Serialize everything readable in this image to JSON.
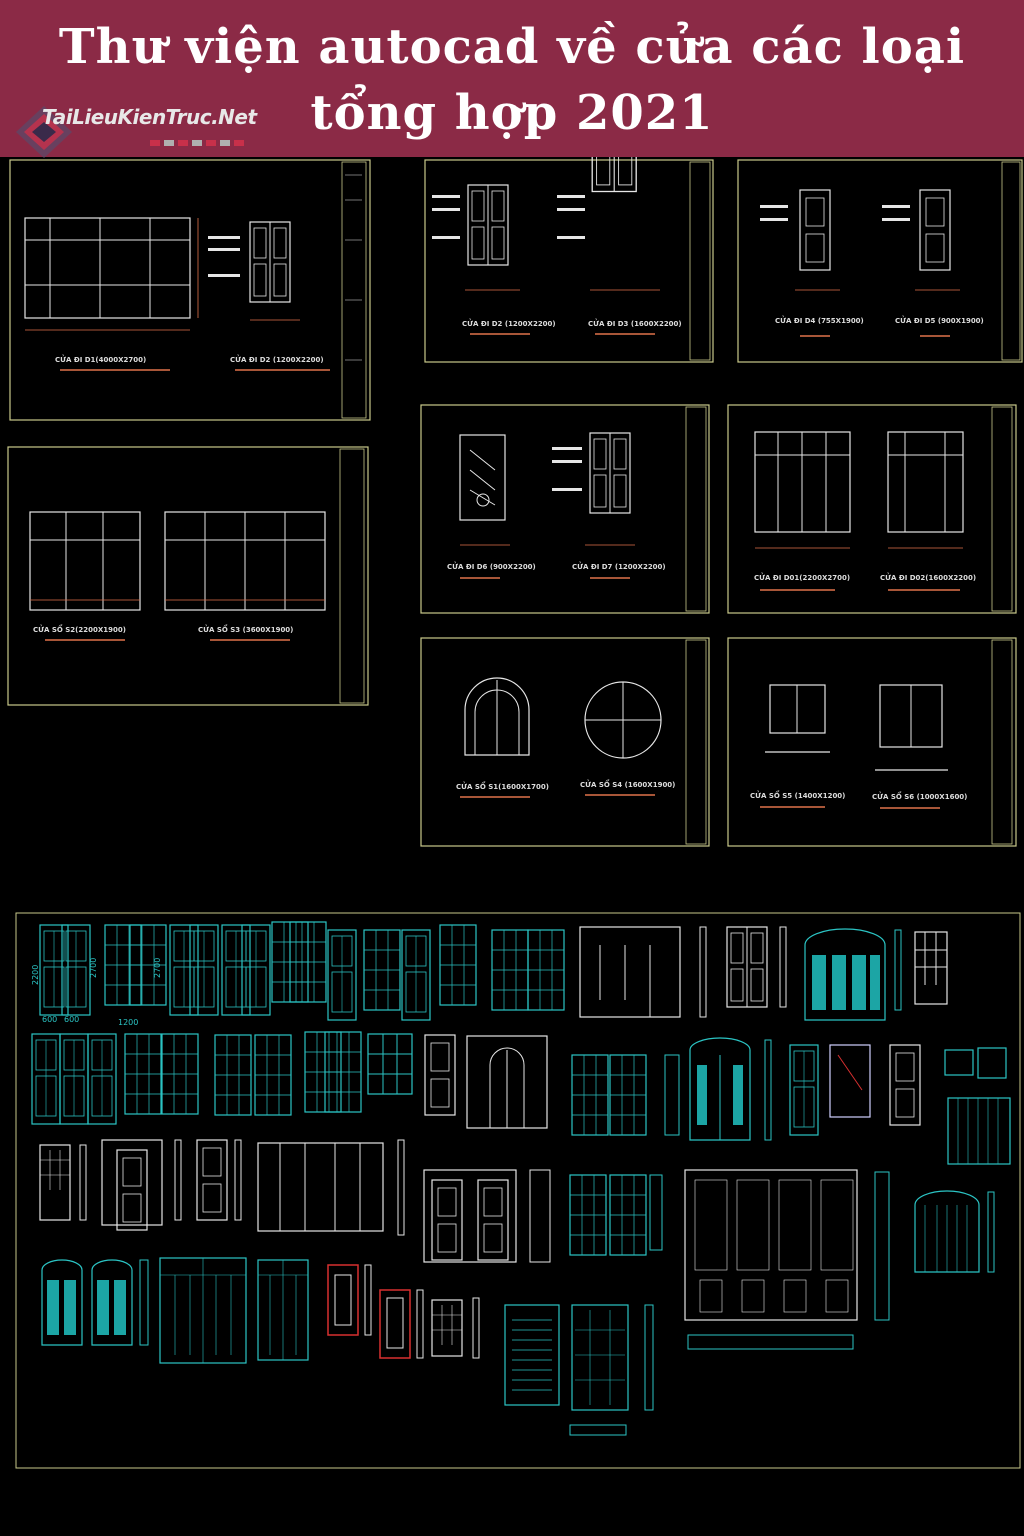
{
  "banner": {
    "title_line1": "Thư viện autocad về cửa các loại",
    "title_line2": "tổng hợp 2021",
    "logo_text": "TaiLieuKienTruc.Net",
    "background_color": "#8b2a46"
  },
  "sheets": {
    "s1": {
      "labels": [
        "CỬA ĐI D1(4000X2700)",
        "CỬA ĐI D2 (1200X2200)"
      ]
    },
    "s2": {
      "labels": [
        "CỬA ĐI D2 (1200X2200)",
        "CỬA ĐI D3 (1600X2200)"
      ]
    },
    "s3": {
      "labels": [
        "CỬA ĐI D4 (755X1900)",
        "CỬA ĐI D5 (900X1900)"
      ]
    },
    "s4": {
      "labels": [
        "CỬA SỔ S2(2200X1900)",
        "CỬA SỔ S3 (3600X1900)"
      ]
    },
    "s5": {
      "labels": [
        "CỬA ĐI D6 (900X2200)",
        "CỬA ĐI D7 (1200X2200)"
      ]
    },
    "s6": {
      "labels": [
        "CỬA ĐI D01(2200X2700)",
        "CỬA ĐI D02(1600X2200)"
      ]
    },
    "s7": {
      "labels": [
        "CỬA SỔ S1(1600X1700)",
        "CỬA SỔ S4 (1600X1900)"
      ]
    },
    "s8": {
      "labels": [
        "CỬA SỔ S5 (1400X1200)",
        "CỬA SỔ S6 (1000X1600)"
      ]
    }
  },
  "library": {
    "dims": [
      "2200",
      "2700",
      "2700",
      "600",
      "600",
      "1200"
    ]
  },
  "colors": {
    "cad_background": "#000000",
    "sheet_frame": "#c9c98a",
    "line_white": "#e6e6e6",
    "dimension_orange": "#e0724a",
    "library_cyan": "#2bc4c4",
    "library_red": "#d83030"
  }
}
